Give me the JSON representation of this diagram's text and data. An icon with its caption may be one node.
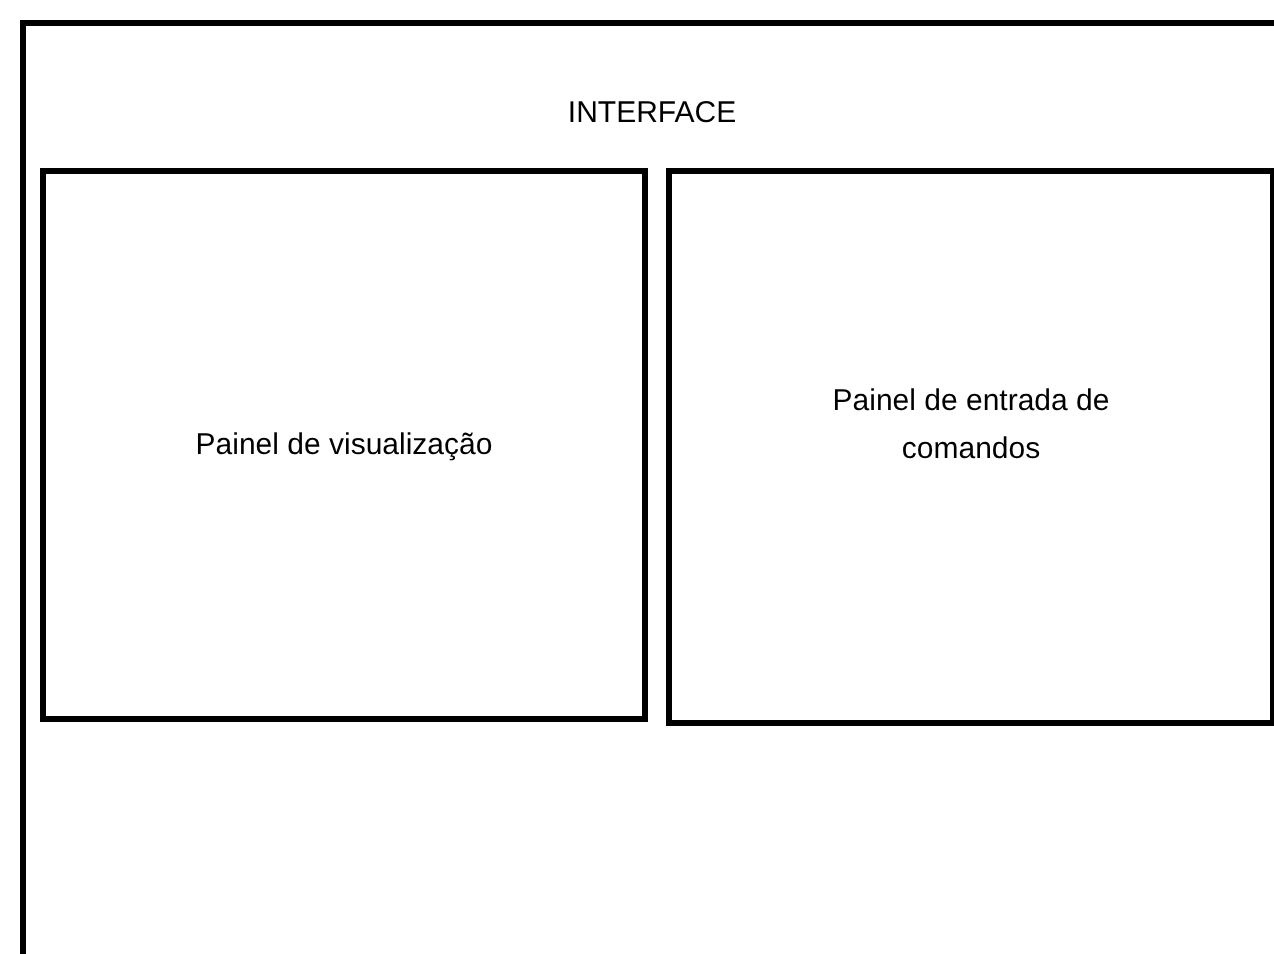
{
  "diagram": {
    "nodes": [
      {
        "text": [
          "INTERFACE"
        ]
      },
      {
        "text": [
          "Painel de visualização"
        ],
        "in": 0
      },
      {
        "text": [
          "Painel de entrada de comandos"
        ],
        "in": 0
      }
    ]
  }
}
